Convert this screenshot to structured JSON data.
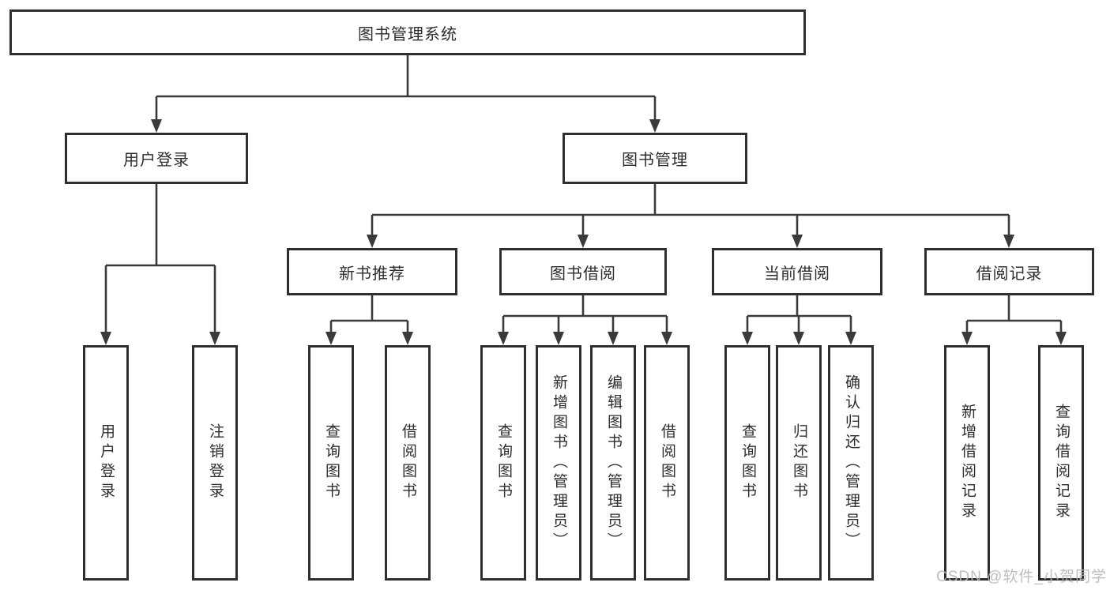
{
  "diagram": {
    "watermark": "CSDN @软件_小贺同学",
    "colors": {
      "line": "#3a3a3a",
      "border": "#2f2f2f",
      "text": "#2d2d2d",
      "watermark": "#b9b9b9",
      "background": "#ffffff"
    }
  },
  "tree": {
    "root": {
      "label": "图书管理系统"
    },
    "level2": [
      {
        "label": "用户登录"
      },
      {
        "label": "图书管理"
      }
    ],
    "level3": [
      {
        "label": "新书推荐"
      },
      {
        "label": "图书借阅"
      },
      {
        "label": "当前借阅"
      },
      {
        "label": "借阅记录"
      }
    ],
    "leaves": {
      "user_login": [
        {
          "label": "用户登录"
        },
        {
          "label": "注销登录"
        }
      ],
      "new_book_rec": [
        {
          "label": "查询图书"
        },
        {
          "label": "借阅图书"
        }
      ],
      "book_borrow": [
        {
          "label": "查询图书"
        },
        {
          "label": "新增图书（管理员）"
        },
        {
          "label": "编辑图书（管理员）"
        },
        {
          "label": "借阅图书"
        }
      ],
      "current_borrow": [
        {
          "label": "查询图书"
        },
        {
          "label": "归还图书"
        },
        {
          "label": "确认归还（管理员）"
        }
      ],
      "borrow_record": [
        {
          "label": "新增借阅记录"
        },
        {
          "label": "查询借阅记录"
        }
      ]
    }
  }
}
